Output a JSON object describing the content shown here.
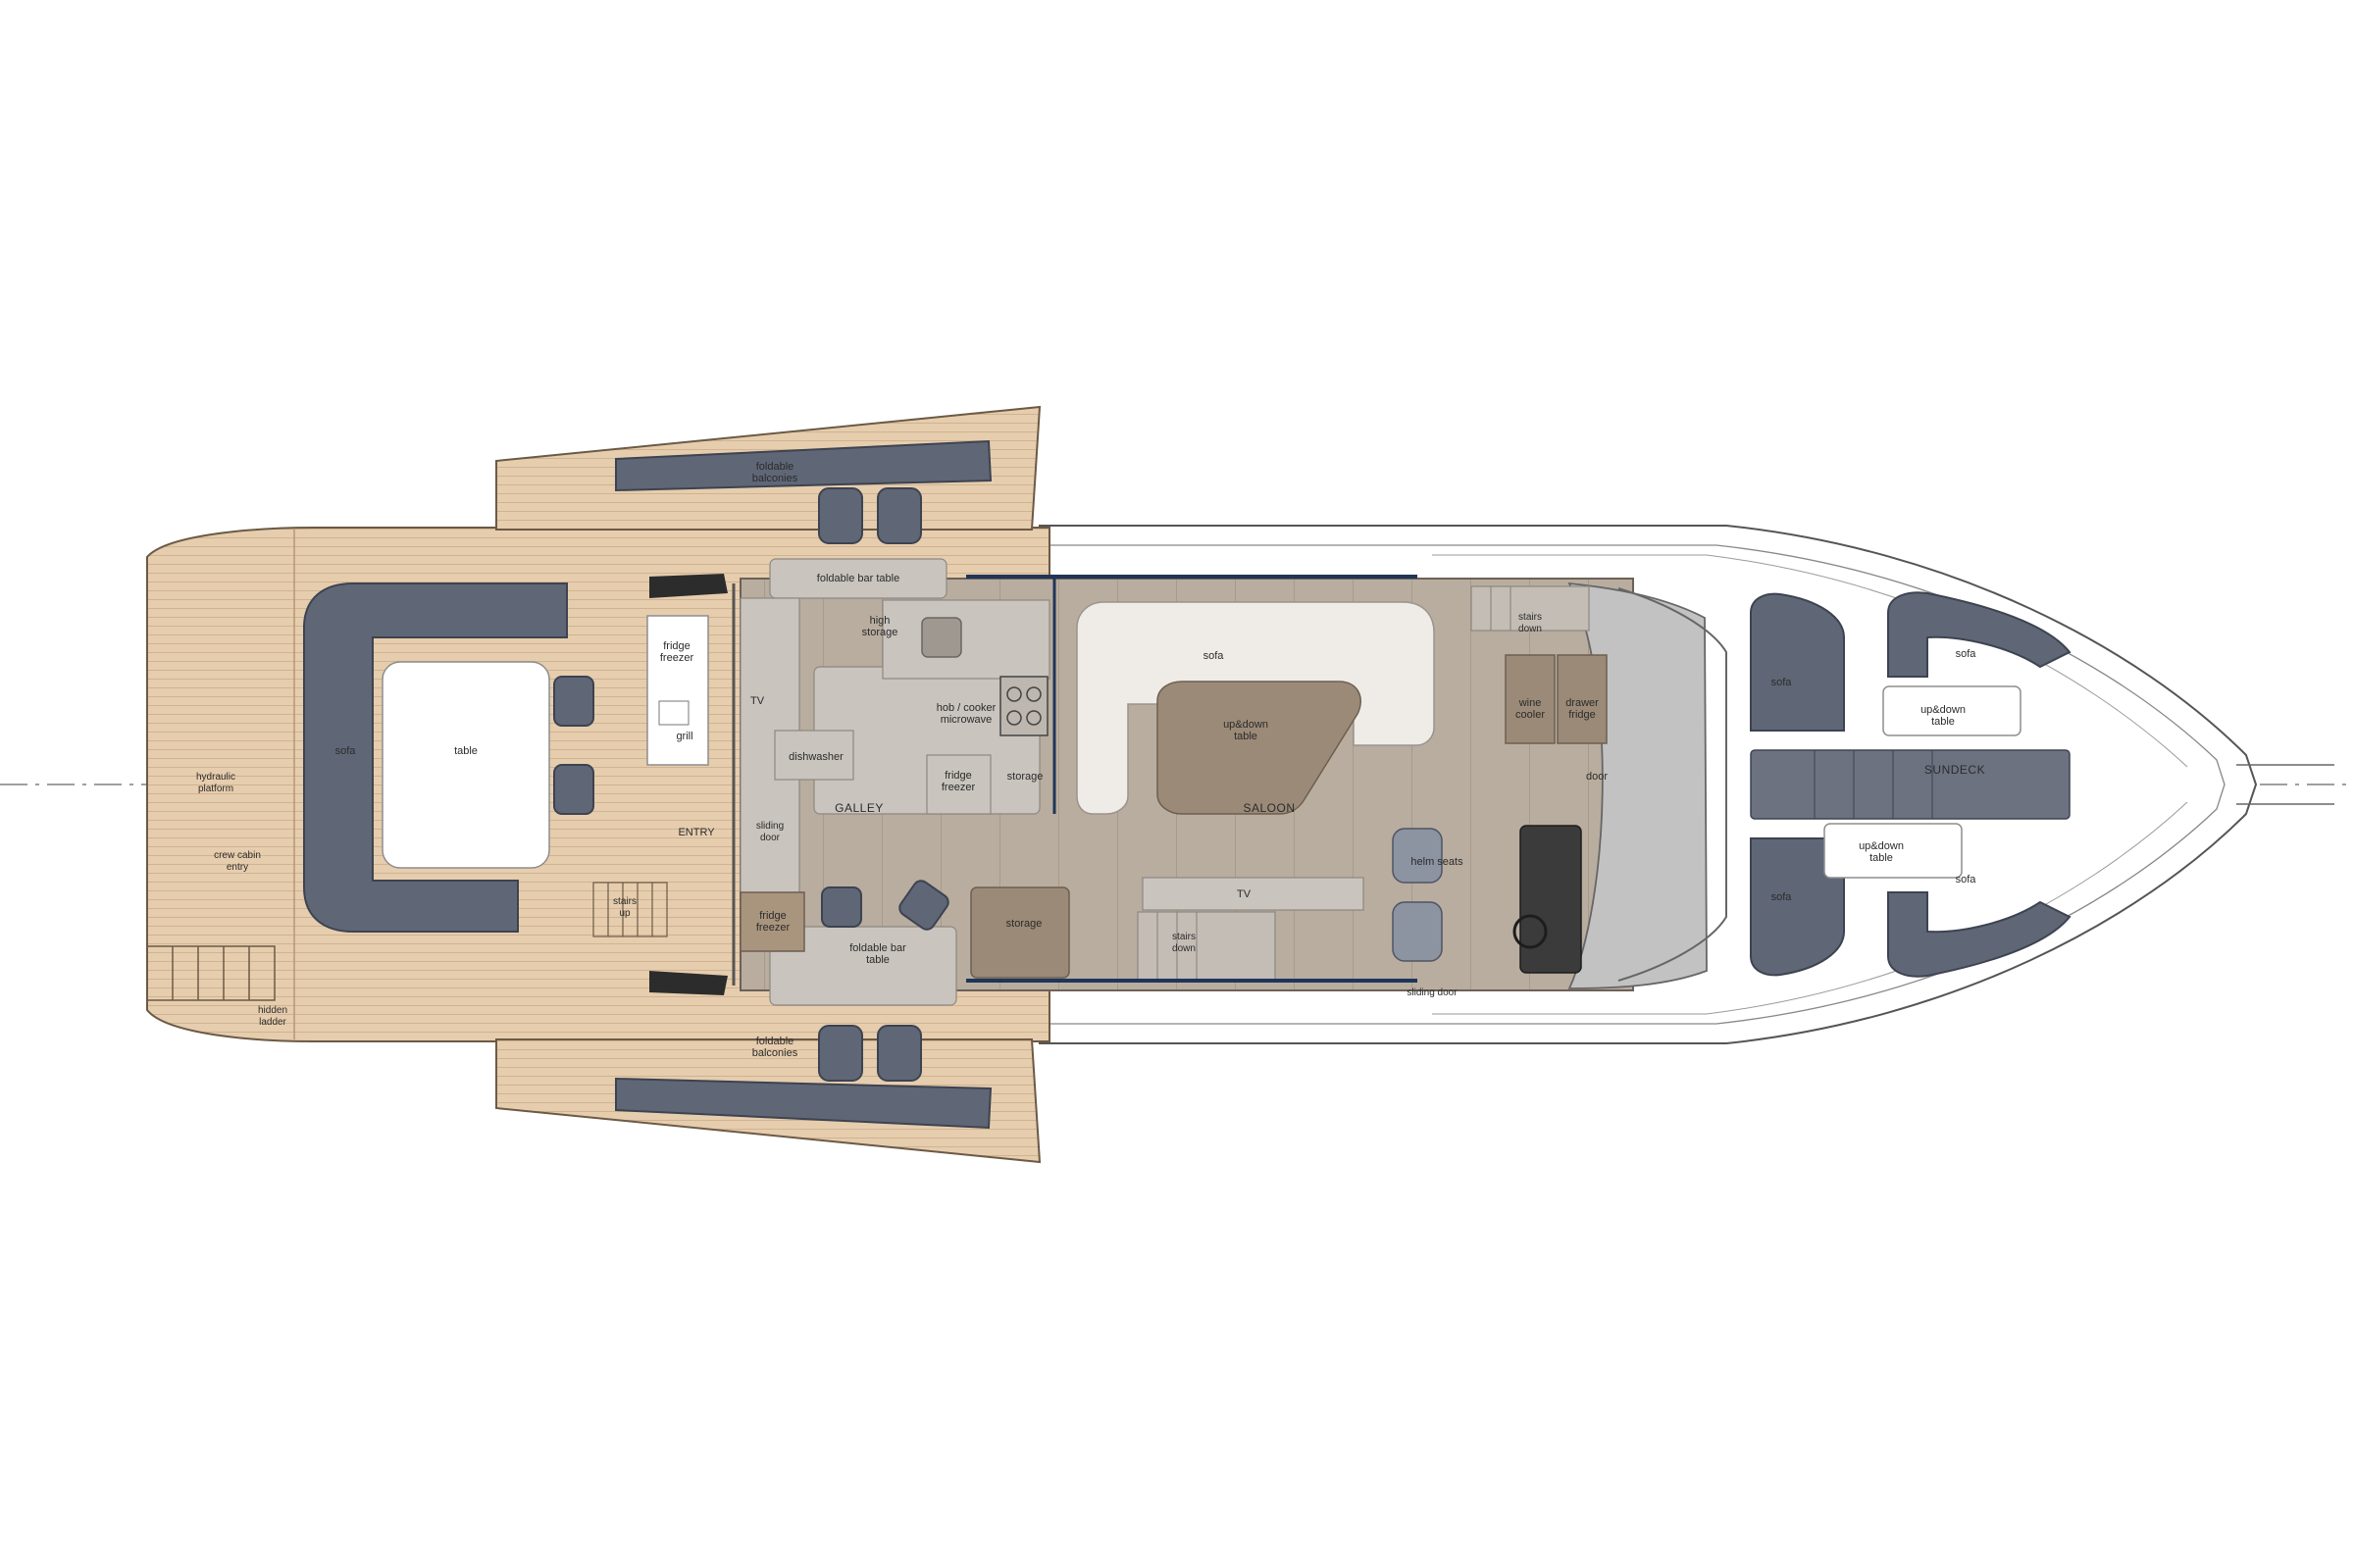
{
  "labels": {
    "foldable_balconies_top": [
      "foldable",
      "balconies"
    ],
    "foldable_balconies_bottom": [
      "foldable",
      "balconies"
    ],
    "foldable_bar_table_top": [
      "foldable bar table"
    ],
    "foldable_bar_table_bottom": [
      "foldable bar",
      "table"
    ],
    "high_storage": [
      "high",
      "storage"
    ],
    "fridge_freezer_aft": [
      "fridge",
      "freezer"
    ],
    "grill": [
      "grill"
    ],
    "sofa_aft": [
      "sofa"
    ],
    "table_aft": [
      "table"
    ],
    "hydraulic_platform": [
      "hydraulic",
      "platform"
    ],
    "crew_cabin_entry": [
      "crew cabin",
      "entry"
    ],
    "hidden_ladder": [
      "hidden",
      "ladder"
    ],
    "entry": [
      "ENTRY"
    ],
    "stairs_up": [
      "stairs",
      "up"
    ],
    "sliding_door_aft": [
      "sliding",
      "door"
    ],
    "fridge_freezer_port": [
      "fridge",
      "freezer"
    ],
    "tv_galley": [
      "TV"
    ],
    "dishwasher": [
      "dishwasher"
    ],
    "hob_cooker": [
      "hob / cooker",
      "microwave"
    ],
    "fridge_freezer_galley": [
      "fridge",
      "freezer"
    ],
    "storage_galley": [
      "storage"
    ],
    "galley": [
      "GALLEY"
    ],
    "storage_lower": [
      "storage"
    ],
    "sofa_saloon": [
      "sofa"
    ],
    "up_down_table_saloon": [
      "up&down",
      "table"
    ],
    "saloon": [
      "SALOON"
    ],
    "tv_saloon": [
      "TV"
    ],
    "stairs_down_lower": [
      "stairs",
      "down"
    ],
    "helm_seats": [
      "helm seats"
    ],
    "stairs_down_upper": [
      "stairs",
      "down"
    ],
    "wine_cooler": [
      "wine",
      "cooler"
    ],
    "drawer_fridge": [
      "drawer",
      "fridge"
    ],
    "door": [
      "door"
    ],
    "sliding_door_side": [
      "sliding door"
    ],
    "sofa_bow_1": [
      "sofa"
    ],
    "sofa_bow_2": [
      "sofa"
    ],
    "sofa_bow_3": [
      "sofa"
    ],
    "sofa_bow_4": [
      "sofa"
    ],
    "up_down_table_bow_top": [
      "up&down",
      "table"
    ],
    "up_down_table_bow_bottom": [
      "up&down",
      "table"
    ],
    "sundeck": [
      "SUNDECK"
    ]
  },
  "colors": {
    "teak": "#e4c9a8",
    "cushion": "#5f6777",
    "floor": "#b6aa9b",
    "hull_outline": "#555555",
    "window_blue": "#1f3559"
  }
}
